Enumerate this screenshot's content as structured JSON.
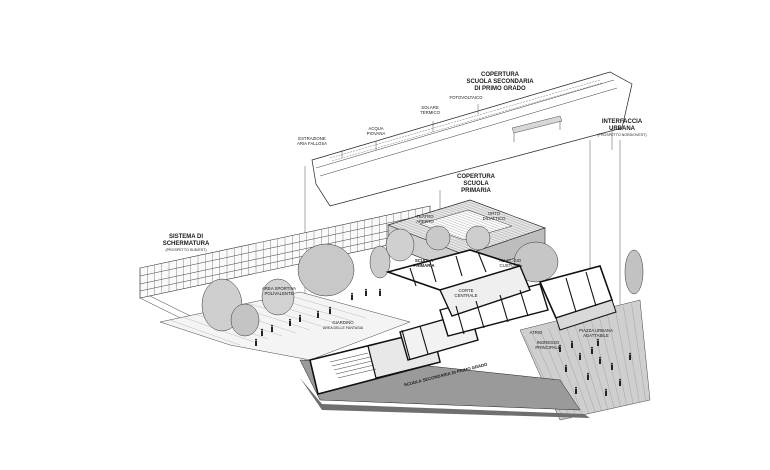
{
  "labels": {
    "roof_secondary_1": "COPERTURA",
    "roof_secondary_2": "SCUOLA SECONDARIA",
    "roof_secondary_3": "DI PRIMO GRADO",
    "fotovoltaico": "FOTOVOLTAICO",
    "solare_termico_1": "SOLARE",
    "solare_termico_2": "TERMICO",
    "acqua_piovana_1": "ACQUA",
    "acqua_piovana_2": "PIOVANA",
    "estrazione_1": "ESTRAZIONE",
    "estrazione_2": "ARIA FALLOSA",
    "interfaccia_1": "INTERFACCIA",
    "interfaccia_2": "URBANA",
    "interfaccia_sub": "(PROSPETTO NORD/OVEST)",
    "roof_primary_1": "COPERTURA",
    "roof_primary_2": "SCUOLA",
    "roof_primary_3": "PRIMARIA",
    "schermatura_1": "SISTEMA DI",
    "schermatura_2": "SCHERMATURA",
    "schermatura_sub": "(PROSPETTO SUD/EST)",
    "teatro_1": "TEATRO",
    "teatro_2": "APERTO",
    "orto_1": "ORTO",
    "orto_2": "DIDATTICO",
    "scuola_primaria_1": "SCUOLA",
    "scuola_primaria_2": "PRIMARIA",
    "alloggio_1": "ALLOGGIO",
    "alloggio_2": "CUSTODE",
    "area_sportiva_1": "AREA SPORTIVA",
    "area_sportiva_2": "POLIVALENTE",
    "corte_1": "CORTE",
    "corte_2": "CENTRALE",
    "giardino_1": "GIARDINO",
    "giardino_2": "AREA DELLE FANTASIA",
    "atrio": "ATRIO",
    "ingresso_1": "INGRESSO",
    "ingresso_2": "PRINCIPALE",
    "piazza_1": "PIAZZA URBANA",
    "piazza_2": "ADATTABILE",
    "scuola_secondaria": "SCUOLA SECONDARIA DI PRIMO GRADO"
  }
}
